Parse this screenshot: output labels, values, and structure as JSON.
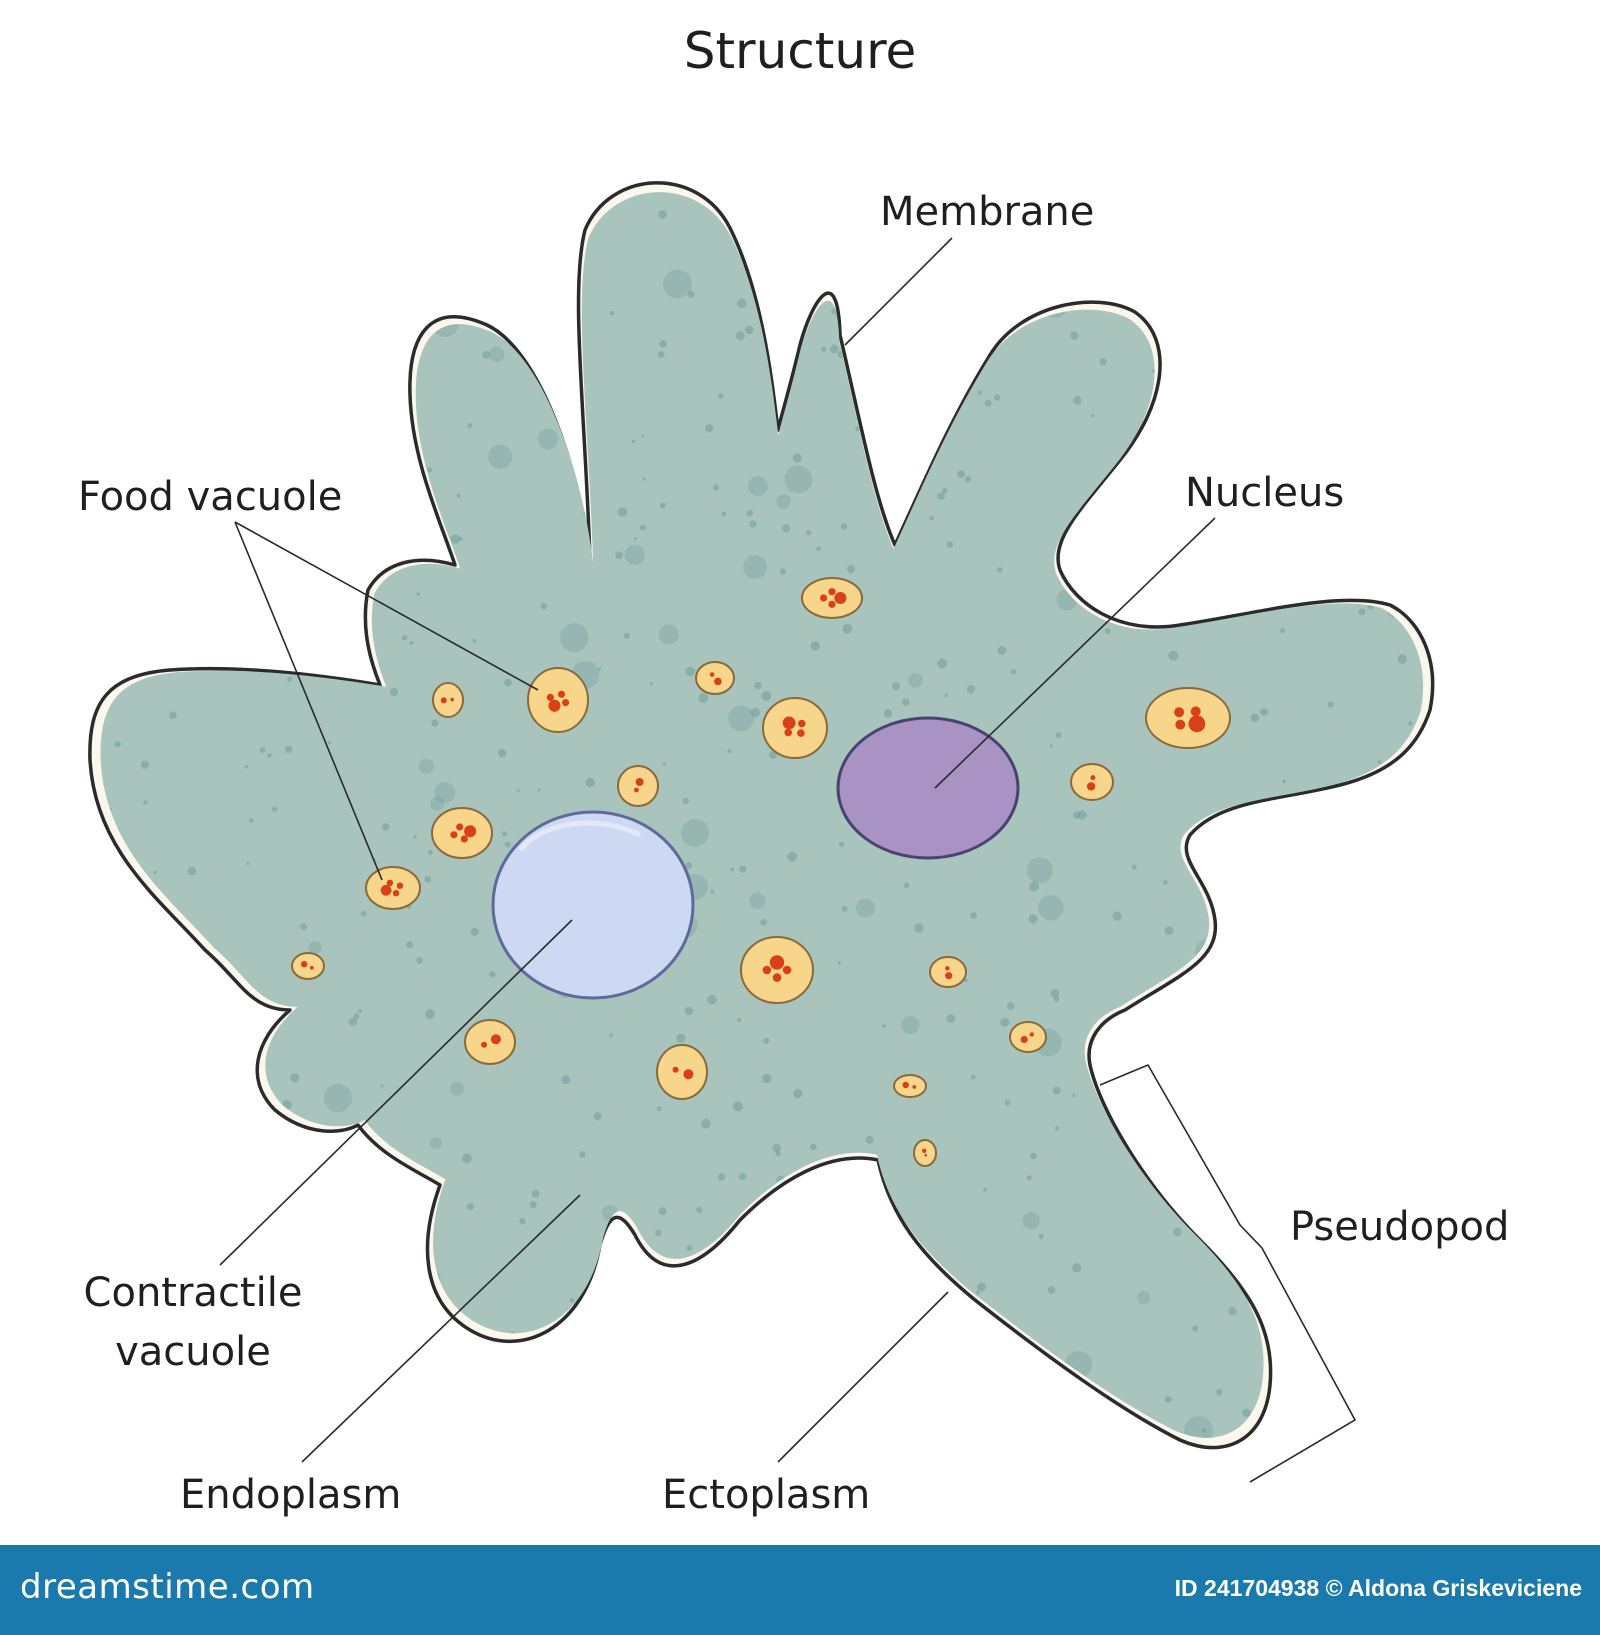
{
  "title": "Structure",
  "labels": {
    "membrane": "Membrane",
    "nucleus": "Nucleus",
    "food_vacuole": "Food vacuole",
    "contractile_vacuole_line1": "Contractile",
    "contractile_vacuole_line2": "vacuole",
    "endoplasm": "Endoplasm",
    "ectoplasm": "Ectoplasm",
    "pseudopod": "Pseudopod"
  },
  "footer": {
    "brand": "dreamstime.com",
    "credit": "ID 241704938 © Aldona Griskeviciene"
  },
  "colors": {
    "cytoplasm": "#a9c3bd",
    "membrane_fill": "#fbf7ec",
    "membrane_outline": "#2b2b2b",
    "granule": "#6f9e9b",
    "food_vacuole": "#f7d58a",
    "food_particle": "#d9401a",
    "contractile_vacuole": "#cdd9f2",
    "nucleus": "#a893c4",
    "footer": "#1b7aad"
  }
}
